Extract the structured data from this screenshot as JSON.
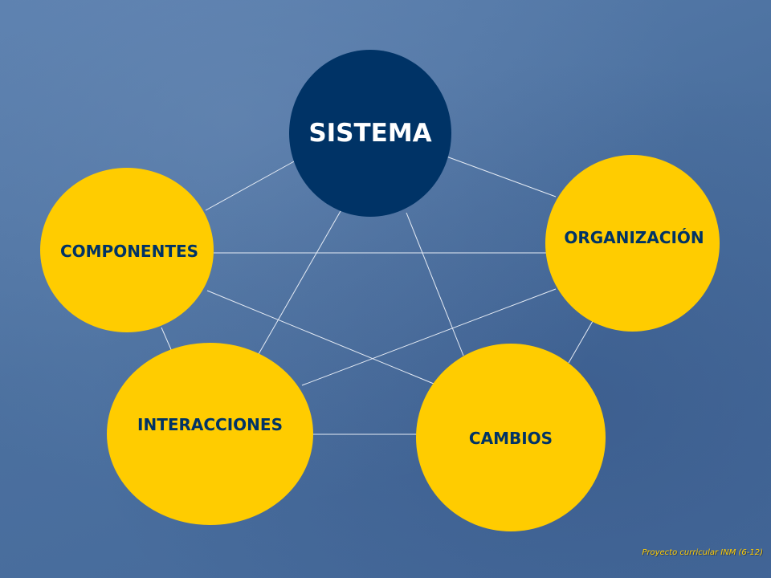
{
  "diagram": {
    "center": "SISTEMA",
    "nodes": {
      "componentes": "COMPONENTES",
      "organizacion": "ORGANIZACIÓN",
      "interacciones": "INTERACCIONES",
      "cambios": "CAMBIOS"
    },
    "connections": [
      [
        "sistema",
        "componentes"
      ],
      [
        "sistema",
        "organizacion"
      ],
      [
        "sistema",
        "interacciones"
      ],
      [
        "sistema",
        "cambios"
      ],
      [
        "componentes",
        "organizacion"
      ],
      [
        "componentes",
        "interacciones"
      ],
      [
        "componentes",
        "cambios"
      ],
      [
        "organizacion",
        "interacciones"
      ],
      [
        "organizacion",
        "cambios"
      ],
      [
        "interacciones",
        "cambios"
      ]
    ]
  },
  "footer": "Proyecto curricular INM (6-12)",
  "colors": {
    "background": "#4a6f9e",
    "center_fill": "#003366",
    "node_fill": "#ffcc00",
    "node_text": "#003366",
    "center_text": "#ffffff",
    "line": "#e6ecf5",
    "footer_text": "#ffcc00"
  }
}
